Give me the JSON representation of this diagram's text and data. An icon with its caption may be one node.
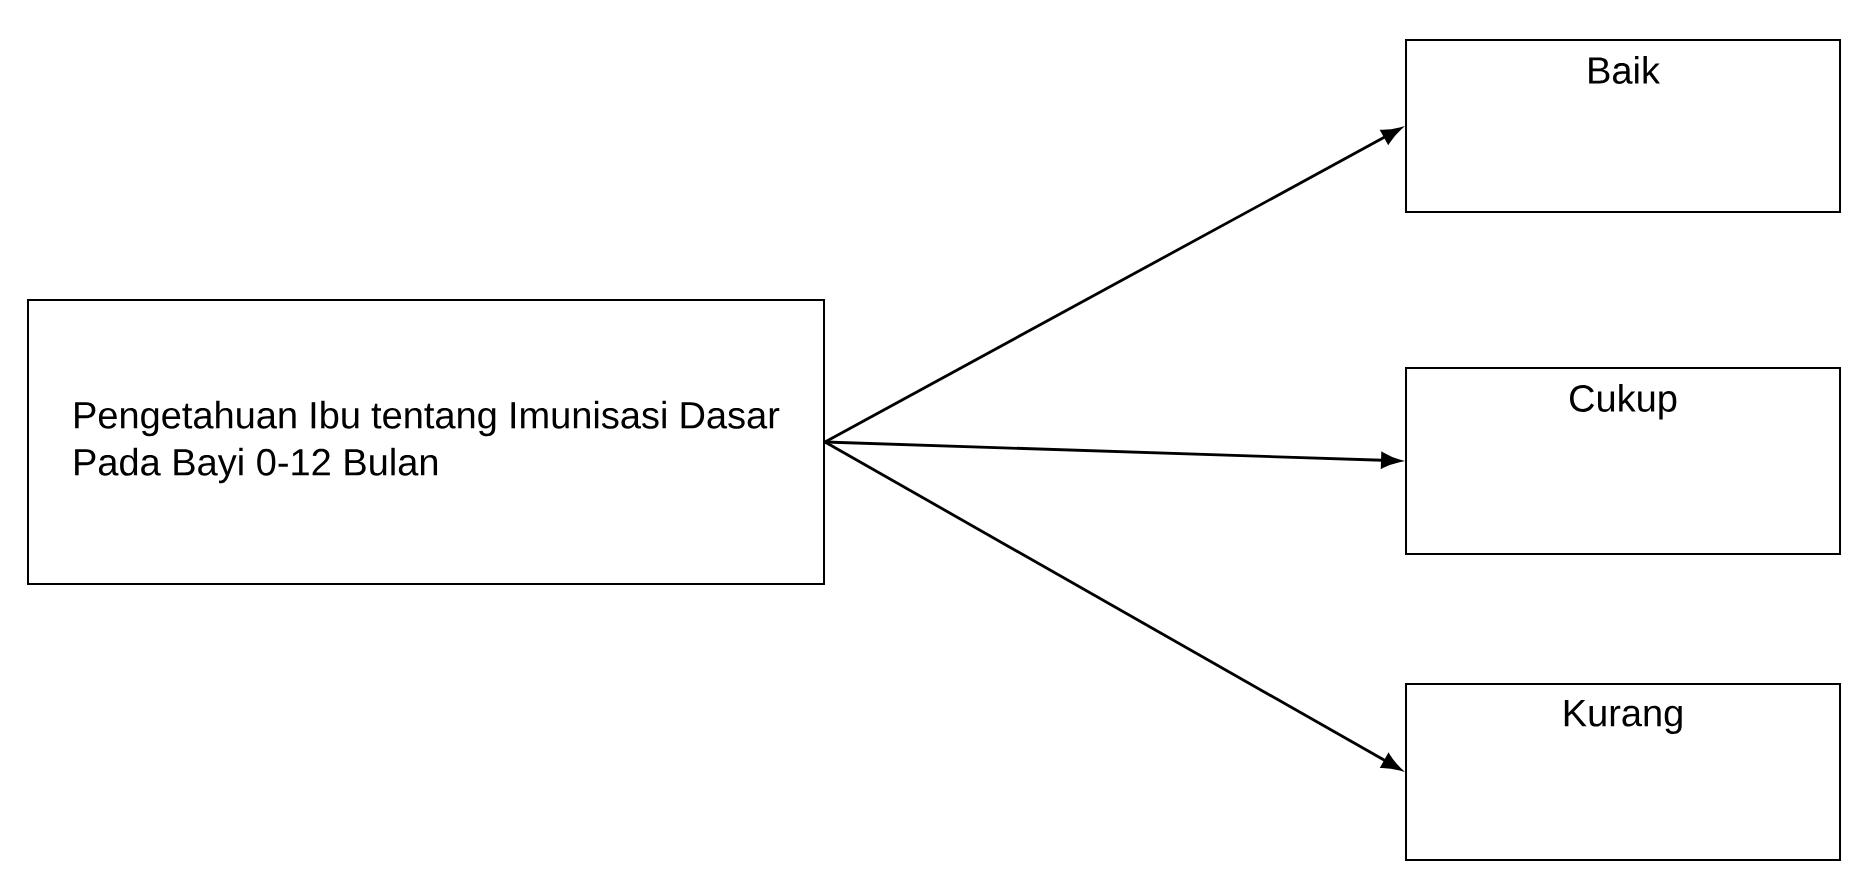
{
  "diagram": {
    "nodes": [
      {
        "text": [
          "Pengetahuan Ibu tentang Imunisasi Dasar Pada Bayi 0-12 Bulan"
        ]
      },
      {
        "text": [
          "Baik"
        ]
      },
      {
        "text": [
          "Cukup"
        ]
      },
      {
        "text": [
          "Kurang"
        ]
      }
    ],
    "edges": [
      {
        "from": 0,
        "to": 1,
        "arrow": "to"
      },
      {
        "from": 0,
        "to": 2,
        "arrow": "to"
      },
      {
        "from": 0,
        "to": 3,
        "arrow": "to"
      }
    ]
  }
}
